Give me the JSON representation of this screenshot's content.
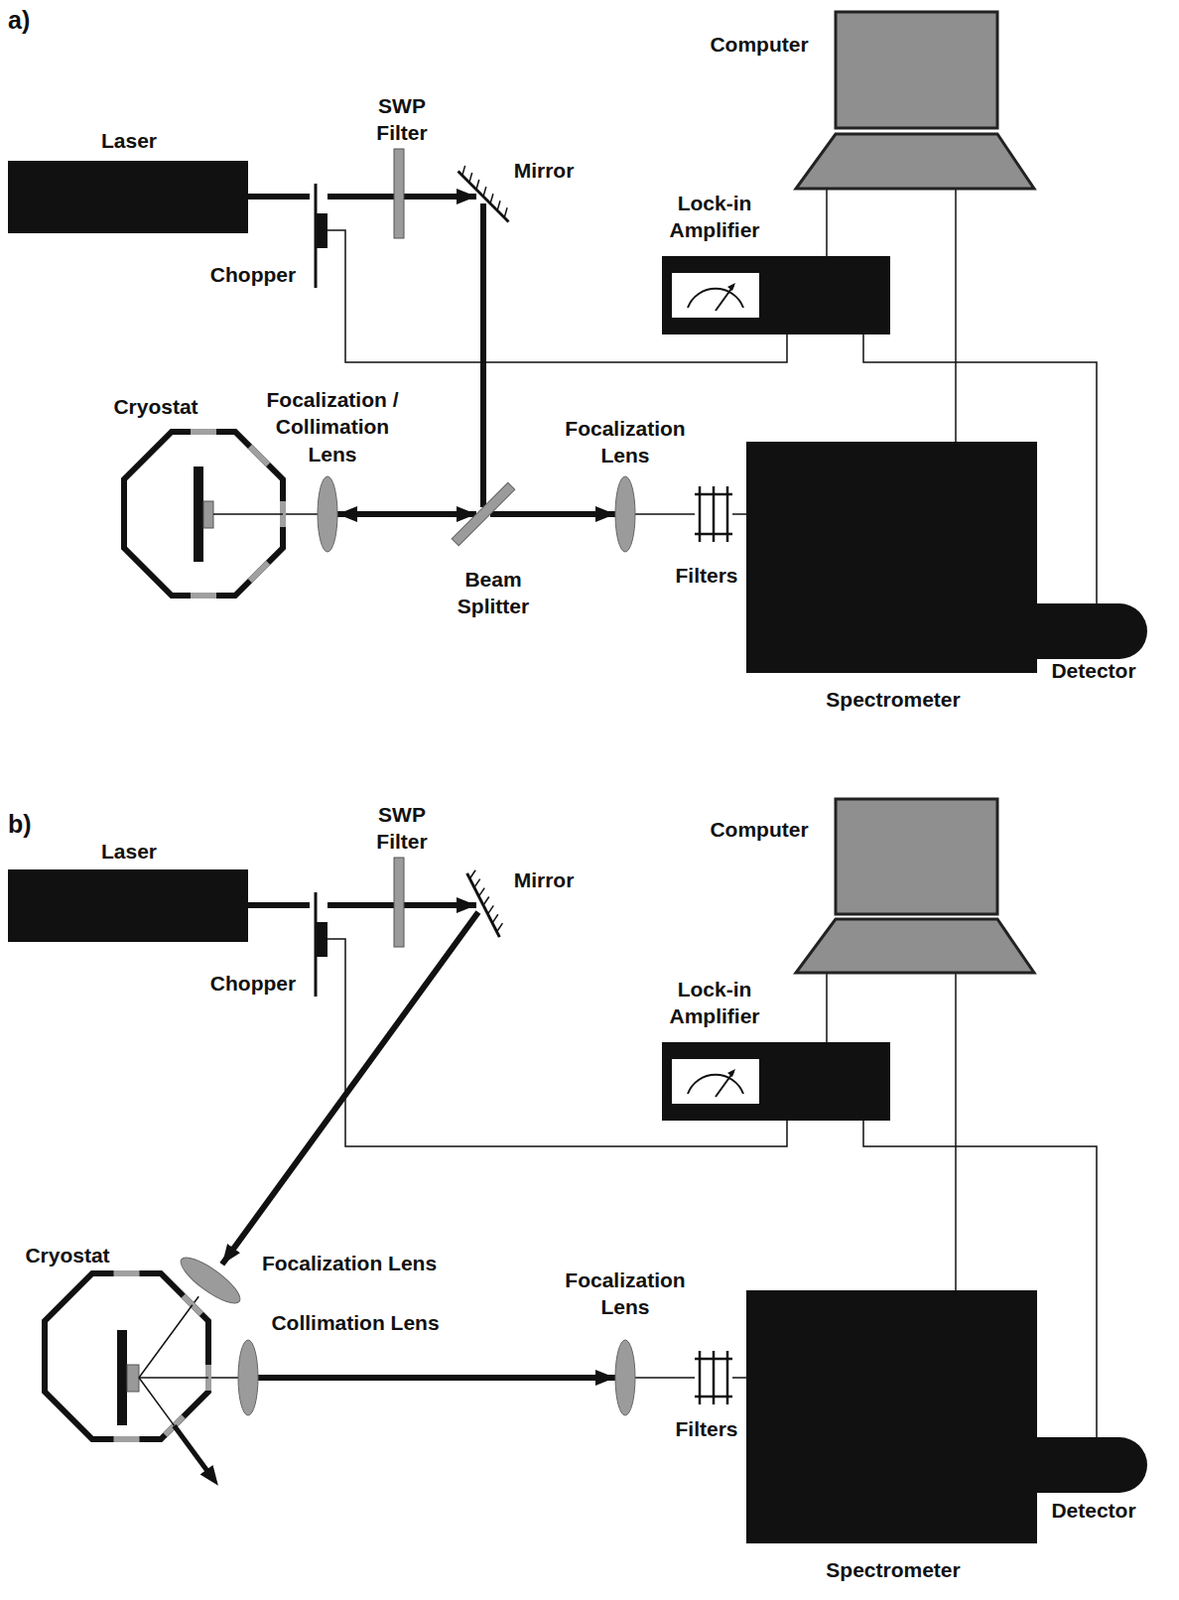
{
  "diagram": {
    "nodes": [
      {
        "text": [
          "Laser"
        ]
      },
      {
        "text": [
          "Chopper"
        ]
      },
      {
        "text": [
          "SWP Filter"
        ]
      },
      {
        "text": [
          "Mirror"
        ]
      },
      {
        "text": [
          "Computer"
        ]
      },
      {
        "text": [
          "Lock-in Amplifier"
        ]
      },
      {
        "text": [
          "Cryostat"
        ]
      },
      {
        "text": [
          "Focalization / Collimation Lens"
        ]
      },
      {
        "text": [
          "Beam Splitter"
        ]
      },
      {
        "text": [
          "Focalization Lens"
        ]
      },
      {
        "text": [
          "Filters"
        ]
      },
      {
        "text": [
          "Spectrometer"
        ]
      },
      {
        "text": [
          "Detector"
        ]
      },
      {
        "text": [
          "Laser"
        ]
      },
      {
        "text": [
          "Chopper"
        ]
      },
      {
        "text": [
          "SWP Filter"
        ]
      },
      {
        "text": [
          "Mirror"
        ]
      },
      {
        "text": [
          "Computer"
        ]
      },
      {
        "text": [
          "Lock-in Amplifier"
        ]
      },
      {
        "text": [
          "Cryostat"
        ]
      },
      {
        "text": [
          "Focalization Lens"
        ]
      },
      {
        "text": [
          "Collimation Lens"
        ]
      },
      {
        "text": [
          "Focalization Lens"
        ]
      },
      {
        "text": [
          "Filters"
        ]
      },
      {
        "text": [
          "Spectrometer"
        ]
      },
      {
        "text": [
          "Detector"
        ]
      }
    ],
    "edges": [
      {
        "from": 0,
        "to": 1,
        "arrow": "none"
      },
      {
        "from": 1,
        "to": 2,
        "arrow": "none"
      },
      {
        "from": 2,
        "to": 3,
        "arrow": "to"
      },
      {
        "from": 3,
        "to": 8,
        "arrow": "none"
      },
      {
        "from": 8,
        "to": 7,
        "arrow": "both"
      },
      {
        "from": 7,
        "to": 6,
        "arrow": "none"
      },
      {
        "from": 8,
        "to": 9,
        "arrow": "to"
      },
      {
        "from": 9,
        "to": 10,
        "arrow": "none"
      },
      {
        "from": 10,
        "to": 11,
        "arrow": "none"
      },
      {
        "from": 1,
        "to": 5,
        "arrow": "none"
      },
      {
        "from": 5,
        "to": 12,
        "arrow": "none"
      },
      {
        "from": 4,
        "to": 5,
        "arrow": "none"
      },
      {
        "from": 4,
        "to": 11,
        "arrow": "none"
      },
      {
        "from": 13,
        "to": 14,
        "arrow": "none"
      },
      {
        "from": 14,
        "to": 15,
        "arrow": "none"
      },
      {
        "from": 15,
        "to": 16,
        "arrow": "to"
      },
      {
        "from": 16,
        "to": 20,
        "arrow": "to"
      },
      {
        "from": 20,
        "to": 19,
        "arrow": "none"
      },
      {
        "from": 19,
        "to": 21,
        "arrow": "none"
      },
      {
        "from": 21,
        "to": 22,
        "arrow": "to"
      },
      {
        "from": 22,
        "to": 23,
        "arrow": "none"
      },
      {
        "from": 23,
        "to": 24,
        "arrow": "none"
      },
      {
        "from": 14,
        "to": 18,
        "arrow": "none"
      },
      {
        "from": 18,
        "to": 25,
        "arrow": "none"
      },
      {
        "from": 17,
        "to": 18,
        "arrow": "none"
      },
      {
        "from": 17,
        "to": 24,
        "arrow": "none"
      }
    ],
    "labels": [
      "a)",
      "b)"
    ]
  }
}
